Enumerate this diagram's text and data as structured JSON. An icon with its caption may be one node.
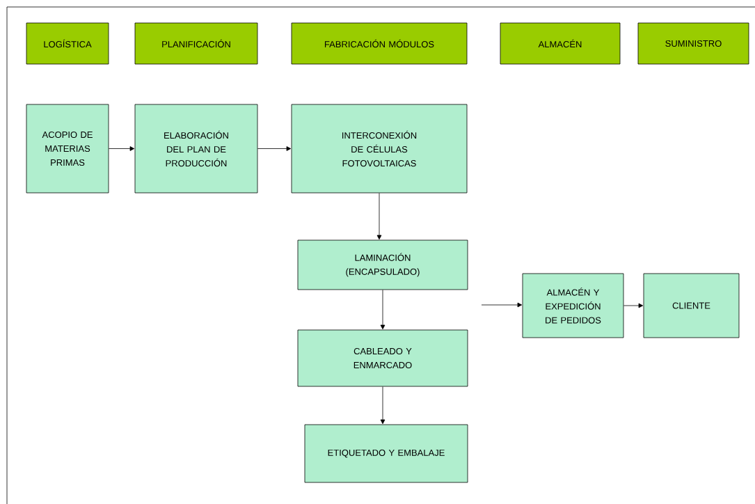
{
  "diagram": {
    "nodes": [
      {
        "text": [
          "LOGÍSTICA"
        ]
      },
      {
        "text": [
          "PLANIFICACIÓN"
        ]
      },
      {
        "text": [
          "FABRICACIÓN MÓDULOS"
        ]
      },
      {
        "text": [
          "ALMACÉN"
        ]
      },
      {
        "text": [
          "SUMINISTRO"
        ]
      },
      {
        "text": [
          "ACOPIO DE MATERIAS PRIMAS"
        ]
      },
      {
        "text": [
          "ELABORACIÓN DEL PLAN DE PRODUCCIÓN"
        ]
      },
      {
        "text": [
          "INTERCONEXIÓN DE CÉLULAS FOTOVOLTAICAS"
        ]
      },
      {
        "text": [
          "LAMINACIÓN (ENCAPSULADO)"
        ]
      },
      {
        "text": [
          "ALMACÉN Y EXPEDICIÓN DE PEDIDOS"
        ]
      },
      {
        "text": [
          "CLIENTE"
        ]
      },
      {
        "text": [
          "CABLEADO Y ENMARCADO"
        ]
      },
      {
        "text": [
          "ETIQUETADO Y EMBALAJE"
        ]
      }
    ],
    "edges": [
      {
        "from": 5,
        "to": 6,
        "arrow": "to"
      },
      {
        "from": 6,
        "to": 7,
        "arrow": "to"
      },
      {
        "from": 7,
        "to": 8,
        "arrow": "to"
      },
      {
        "from": 8,
        "to": 11,
        "arrow": "to"
      },
      {
        "from": 11,
        "to": 12,
        "arrow": "to"
      },
      {
        "from": null,
        "to": 9,
        "arrow": "to"
      },
      {
        "from": 9,
        "to": 10,
        "arrow": "to"
      }
    ]
  }
}
